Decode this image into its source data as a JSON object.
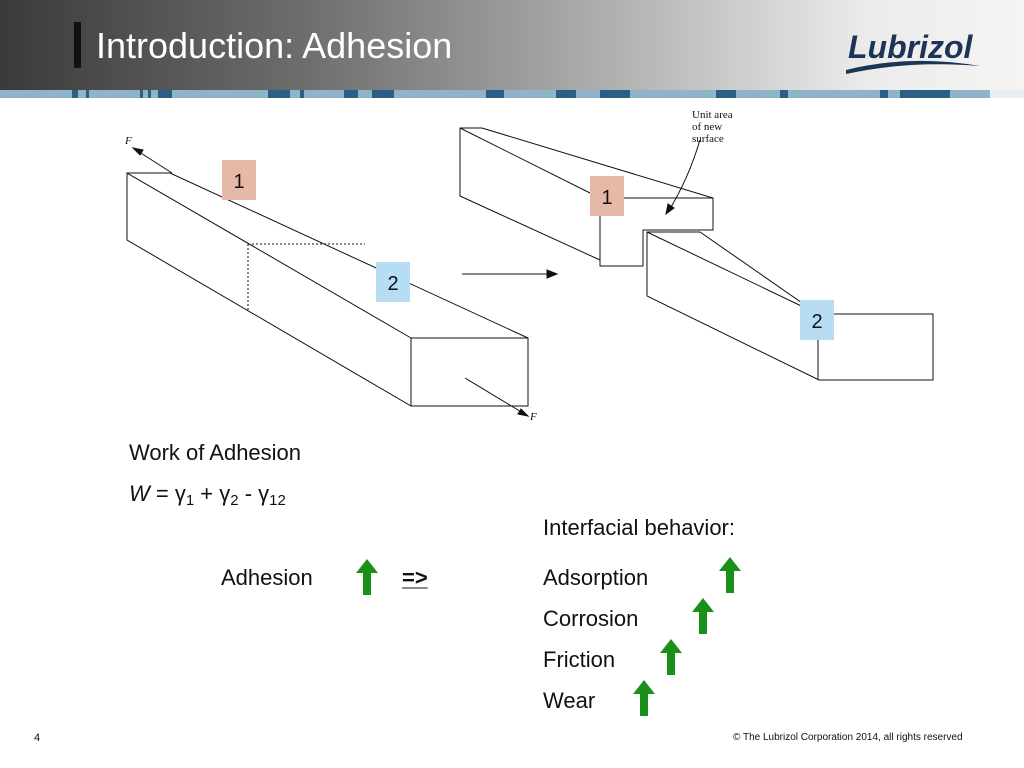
{
  "slide": {
    "title": "Introduction: Adhesion",
    "logo_text": "Lubrizol",
    "page_number": "4",
    "copyright": "© The Lubrizol Corporation 2014, all rights reserved"
  },
  "diagram": {
    "force_label_left": "F",
    "force_label_right": "F",
    "box_label_1": "1",
    "box_label_2": "2",
    "box_label_1b": "1",
    "box_label_2b": "2",
    "annotation_lines": [
      "Unit area",
      "of new",
      "surface"
    ],
    "colors": {
      "label_1_fill": "#e6b8a8",
      "label_2_fill": "#b7ddf4"
    }
  },
  "content": {
    "work_heading": "Work of Adhesion",
    "formula": {
      "w": "W",
      "eq": " = γ",
      "sub1": "1",
      "plus": " + γ",
      "sub2": "2",
      "minus": " - γ",
      "sub12": "12"
    },
    "adhesion_label": "Adhesion",
    "implies": "=>",
    "interfacial_heading": "Interfacial behavior:",
    "behaviors": [
      "Adsorption",
      "Corrosion",
      "Friction",
      "Wear"
    ],
    "arrow_icon": "green-up-arrow-icon",
    "arrow_color": "#1a8f1a"
  }
}
